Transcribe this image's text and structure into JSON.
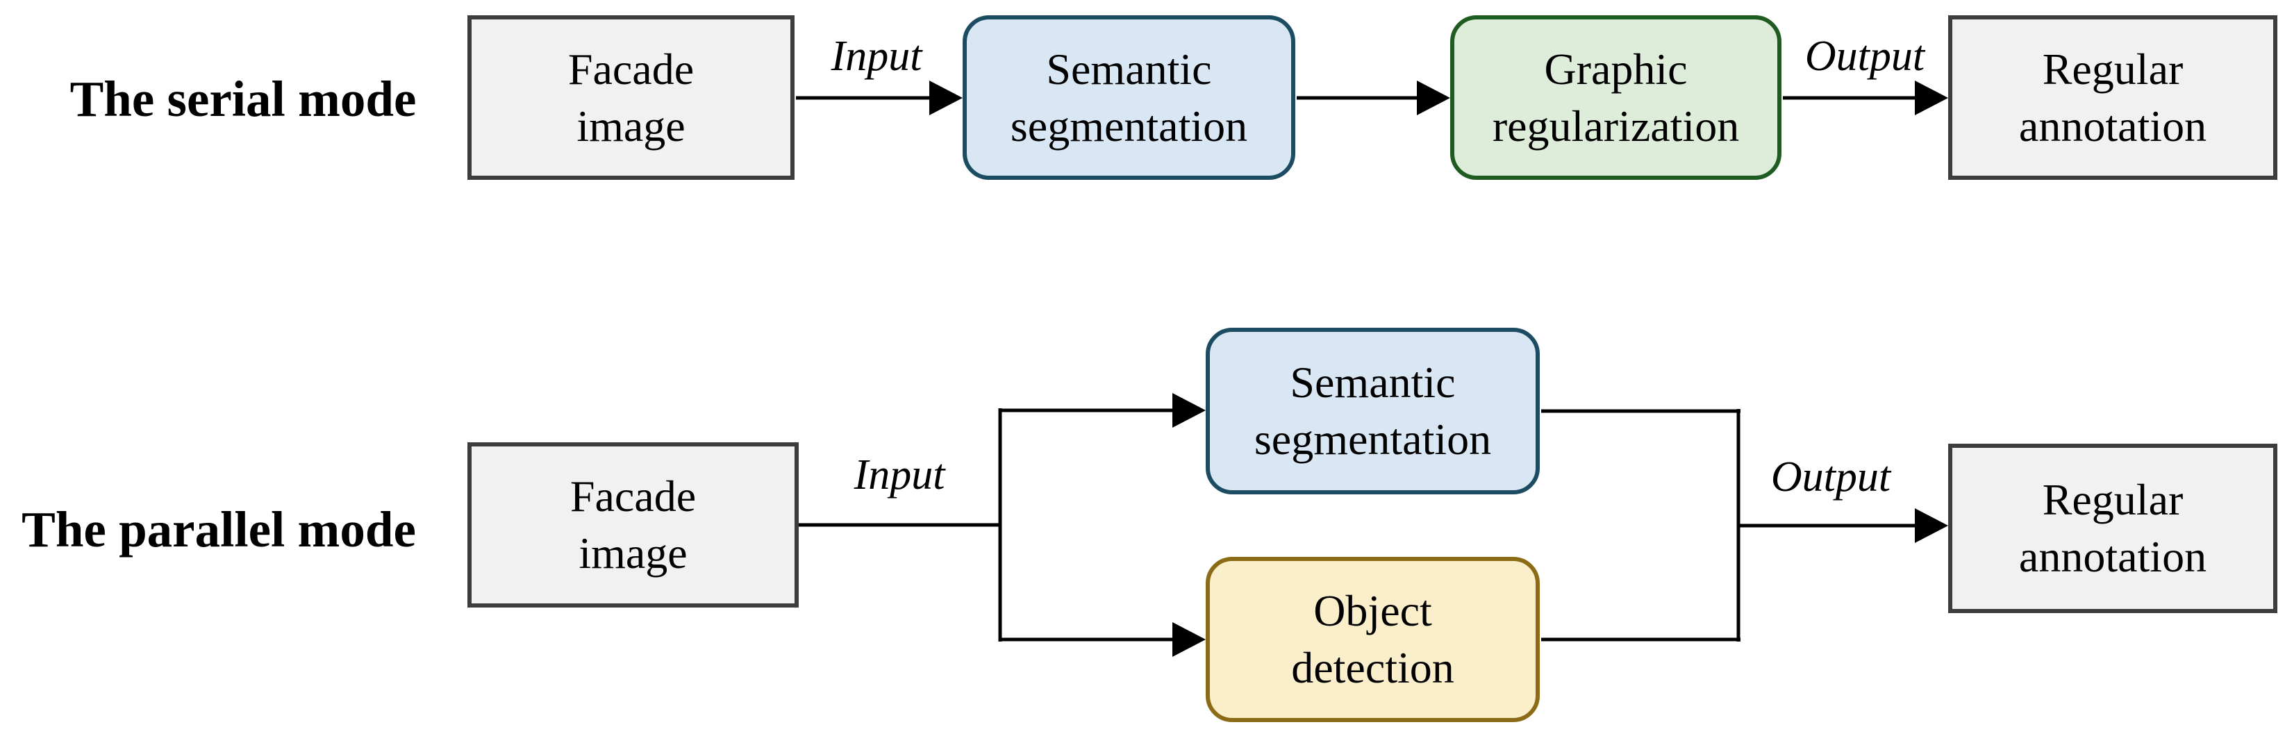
{
  "figure": {
    "serial": {
      "row_label": "The serial mode",
      "input_label": "Input",
      "output_label": "Output",
      "nodes": {
        "facade": "Facade\nimage",
        "segmentation": "Semantic\nsegmentation",
        "regularization": "Graphic\nregularization",
        "annotation": "Regular\nannotation"
      }
    },
    "parallel": {
      "row_label": "The parallel mode",
      "input_label": "Input",
      "output_label": "Output",
      "nodes": {
        "facade": "Facade\nimage",
        "segmentation": "Semantic\nsegmentation",
        "detection": "Object\ndetection",
        "annotation": "Regular\nannotation"
      }
    },
    "colors": {
      "line": "#000000",
      "gray_fill": "#f1f1f1",
      "gray_border": "#3d3d3d",
      "blue_fill": "#d9e7f4",
      "blue_border": "#1c4c61",
      "green_fill": "#ddedda",
      "green_border": "#1e5c21",
      "yellow_fill": "#fbeecb",
      "yellow_border": "#8c6b16"
    }
  }
}
